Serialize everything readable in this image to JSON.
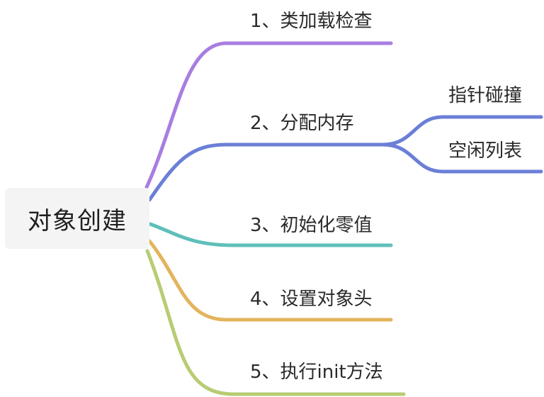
{
  "root": {
    "label": "对象创建"
  },
  "branches": [
    {
      "label": "1、类加载检查",
      "color": "#a77ee0"
    },
    {
      "label": "2、分配内存",
      "color": "#6b7fd7",
      "children": [
        {
          "label": "指针碰撞"
        },
        {
          "label": "空闲列表"
        }
      ]
    },
    {
      "label": "3、初始化零值",
      "color": "#5fbfba"
    },
    {
      "label": "4、设置对象头",
      "color": "#e3b45c"
    },
    {
      "label": "5、执行init方法",
      "color": "#b8cc73"
    }
  ]
}
